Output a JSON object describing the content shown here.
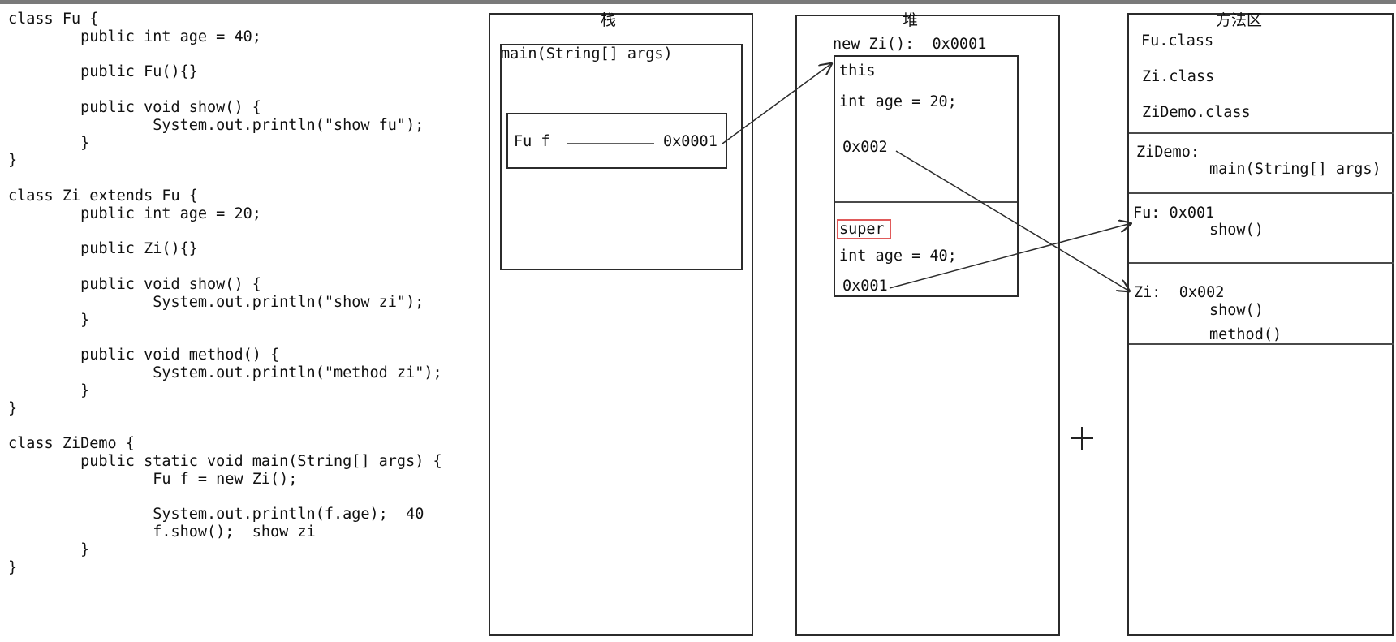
{
  "code_panel": {
    "lines": [
      "class Fu {",
      "        public int age = 40;",
      "",
      "        public Fu(){}",
      "",
      "        public void show() {",
      "                System.out.println(\"show fu\");",
      "        }",
      "}",
      "",
      "class Zi extends Fu {",
      "        public int age = 20;",
      "",
      "        public Zi(){}",
      "",
      "        public void show() {",
      "                System.out.println(\"show zi\");",
      "        }",
      "",
      "        public void method() {",
      "                System.out.println(\"method zi\");",
      "        }",
      "}",
      "",
      "class ZiDemo {",
      "        public static void main(String[] args) {",
      "                Fu f = new Zi();",
      "",
      "                System.out.println(f.age);  40",
      "                f.show();  show zi",
      "        }",
      "}"
    ]
  },
  "stack": {
    "title": "栈",
    "frame_label": "main(String[] args)",
    "var_name": "Fu f",
    "var_value": "0x0001"
  },
  "heap": {
    "title": "堆",
    "object_label": "new Zi():  0x0001",
    "this_label": "this",
    "this_field": "int age = 20;",
    "this_addr": "0x002",
    "super_label": "super",
    "super_field": "int age = 40;",
    "super_addr": "0x001"
  },
  "method_area": {
    "title": "方法区",
    "classes": [
      "Fu.class",
      "Zi.class",
      "ZiDemo.class"
    ],
    "zidemo_label": "ZiDemo:",
    "zidemo_method": "main(String[] args)",
    "fu_label": "Fu: 0x001",
    "fu_method": "show()",
    "zi_label": "Zi:  0x002",
    "zi_methods": [
      "show()",
      "method()"
    ]
  },
  "colors": {
    "line": "#2b2b2b",
    "highlight": "#e05a5a",
    "topbar": "#7a7a7a"
  }
}
